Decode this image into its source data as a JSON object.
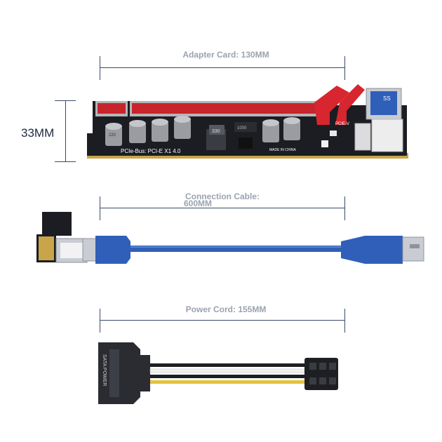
{
  "dimensions": {
    "adapter_card": "Adapter Card: 130MM",
    "height": "33MM",
    "connection_cable_line1": "Connection Cable:",
    "connection_cable_line2": "600MM",
    "power_cord": "Power Cord: 155MM"
  },
  "board_text": {
    "bus_label": "PCIe-Bus: PCI-E X1 4.0",
    "made_in": "MADE IN CHINA",
    "pcie_v": "PCIE-V",
    "usb_mark": "SS",
    "capacitor_rating": "220",
    "module_mark": "330",
    "chip_mark": "1000"
  },
  "power_connector_text": "SATA POWER",
  "colors": {
    "pcb": "#1b1d22",
    "slot_red": "#c8242c",
    "usb_blue": "#2f5fb8",
    "line": "#3b4a6b"
  }
}
